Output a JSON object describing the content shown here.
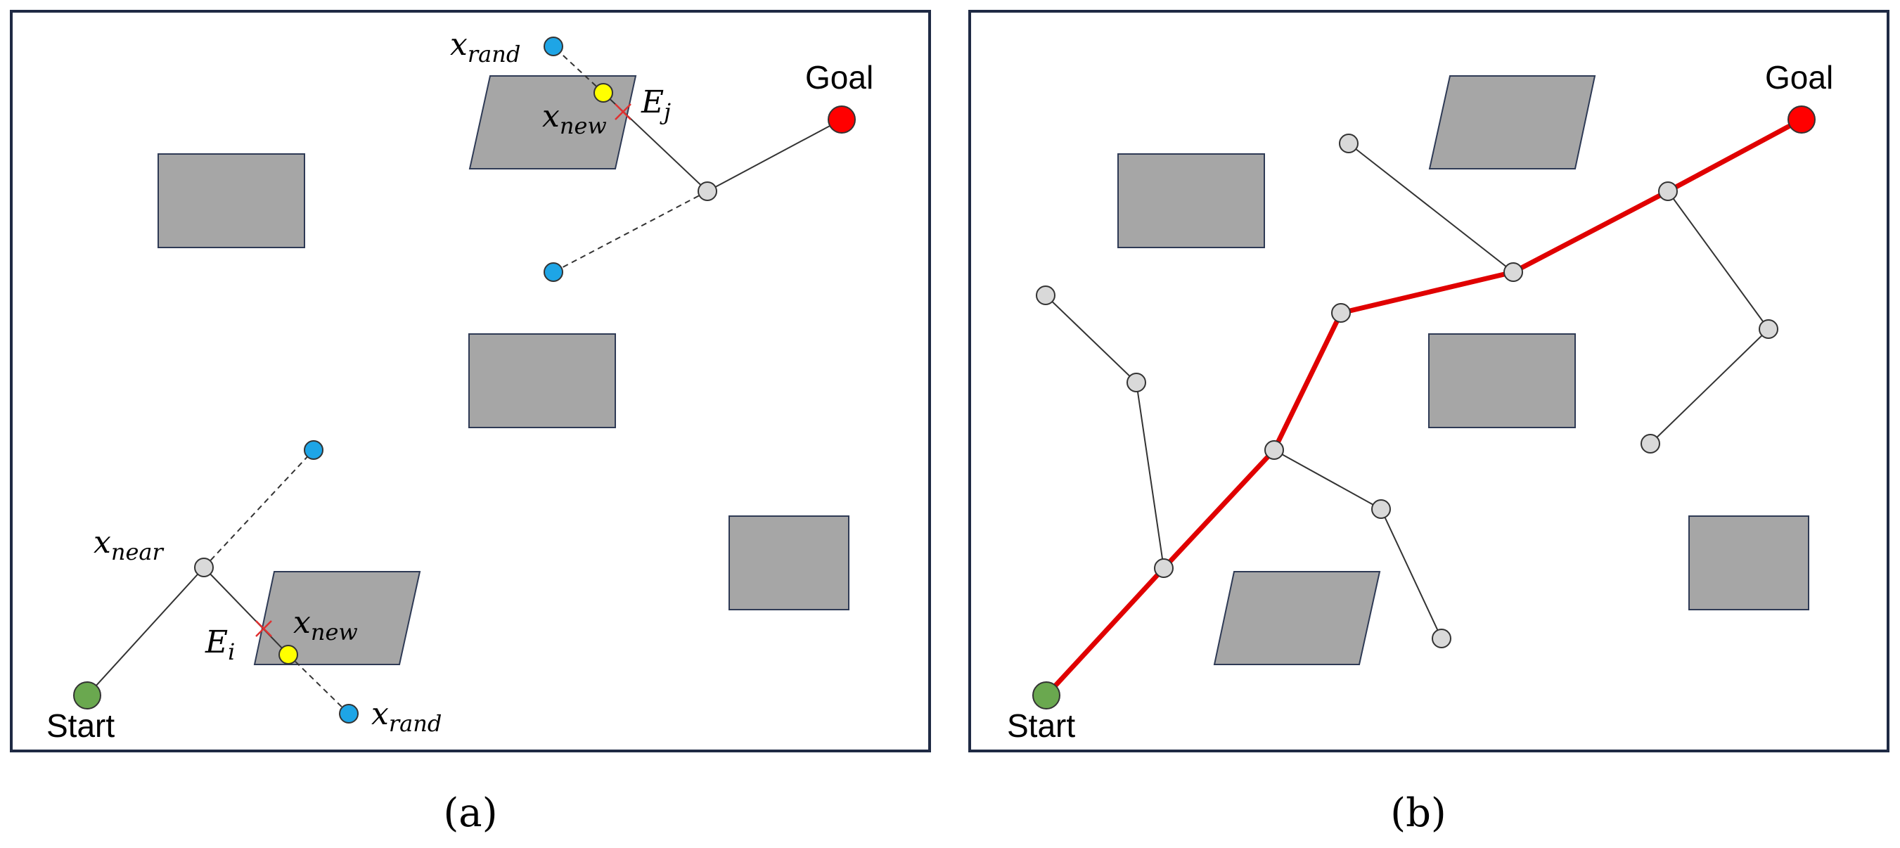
{
  "panels": [
    {
      "caption": "(a)",
      "labels": {
        "start": "Start",
        "goal": "Goal",
        "x_rand_top": "x",
        "x_rand_top_sub": "rand",
        "x_new_top": "x",
        "x_new_top_sub": "new",
        "e_j": "E",
        "e_j_sub": "j",
        "x_near": "x",
        "x_near_sub": "near",
        "e_i": "E",
        "e_i_sub": "i",
        "x_new_bottom": "x",
        "x_new_bottom_sub": "new",
        "x_rand_bottom": "x",
        "x_rand_bottom_sub": "rand"
      }
    },
    {
      "caption": "(b)",
      "labels": {
        "start": "Start",
        "goal": "Goal"
      }
    }
  ],
  "colors": {
    "frame": "#1f2a44",
    "obstacle_fill": "#a6a6a6",
    "obstacle_stroke": "#2e3a55",
    "node_gray": "#d9d9d9",
    "node_blue": "#1ea5e6",
    "node_yellow": "#ffff00",
    "start": "#6aa84f",
    "goal": "#ff0000",
    "path": "#e00000",
    "collision_mark": "#e03030"
  }
}
